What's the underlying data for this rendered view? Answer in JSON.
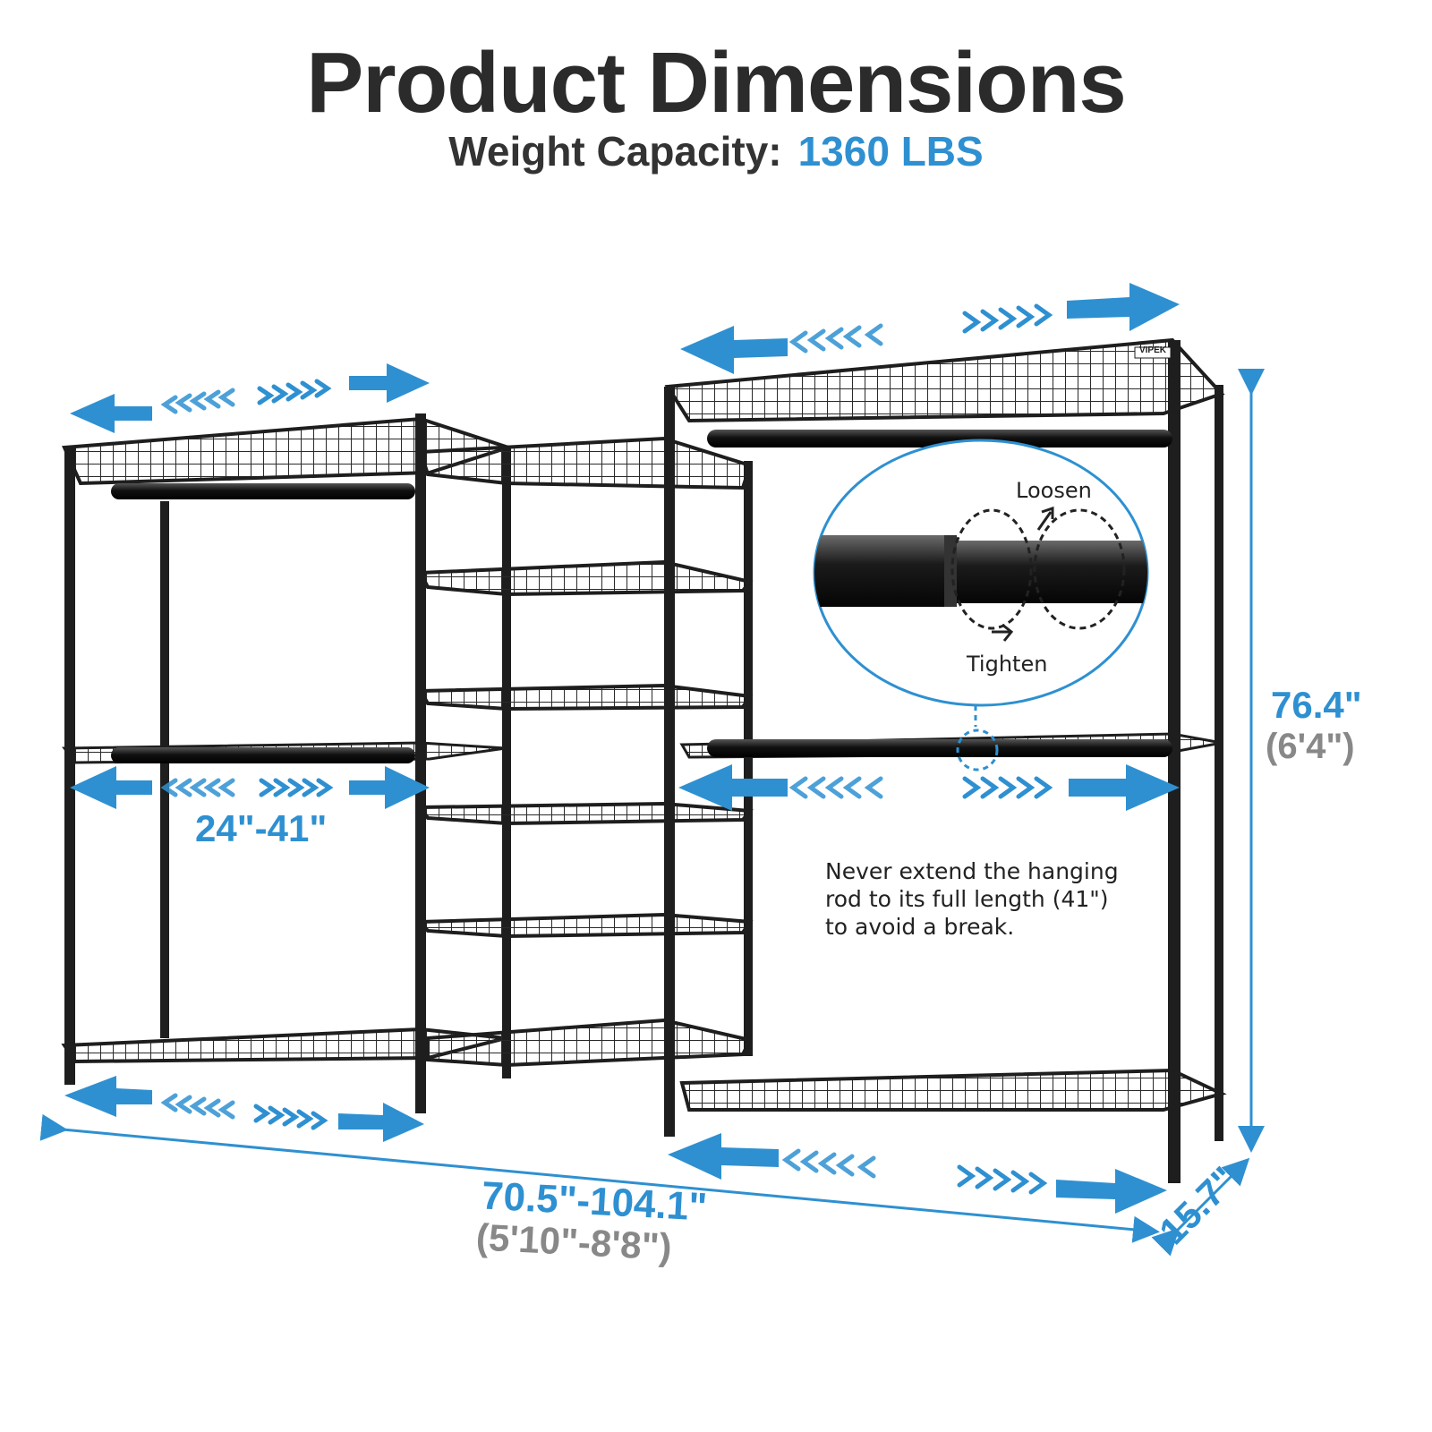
{
  "header": {
    "title": "Product Dimensions",
    "capacity_label": "Weight Capacity:",
    "capacity_value": "1360 LBS"
  },
  "dimensions": {
    "height": "76.4\"",
    "height_ft": "(6'4\")",
    "rod_range": "24\"-41\"",
    "width_range": "70.5\"-104.1\"",
    "width_range_ft": "(5'10\"-8'8\")",
    "depth": "15.7\""
  },
  "detail": {
    "loosen_label": "Loosen",
    "tighten_label": "Tighten"
  },
  "warning": {
    "lines": [
      "Never extend the hanging",
      "rod to its full length (41\")",
      "to avoid a break."
    ]
  },
  "brand": {
    "shelf_logo": "VIPEK"
  },
  "colors": {
    "accent": "#2e90d1",
    "frame": "#1e1e1e",
    "text": "#2b2b2b",
    "muted": "#888888"
  }
}
